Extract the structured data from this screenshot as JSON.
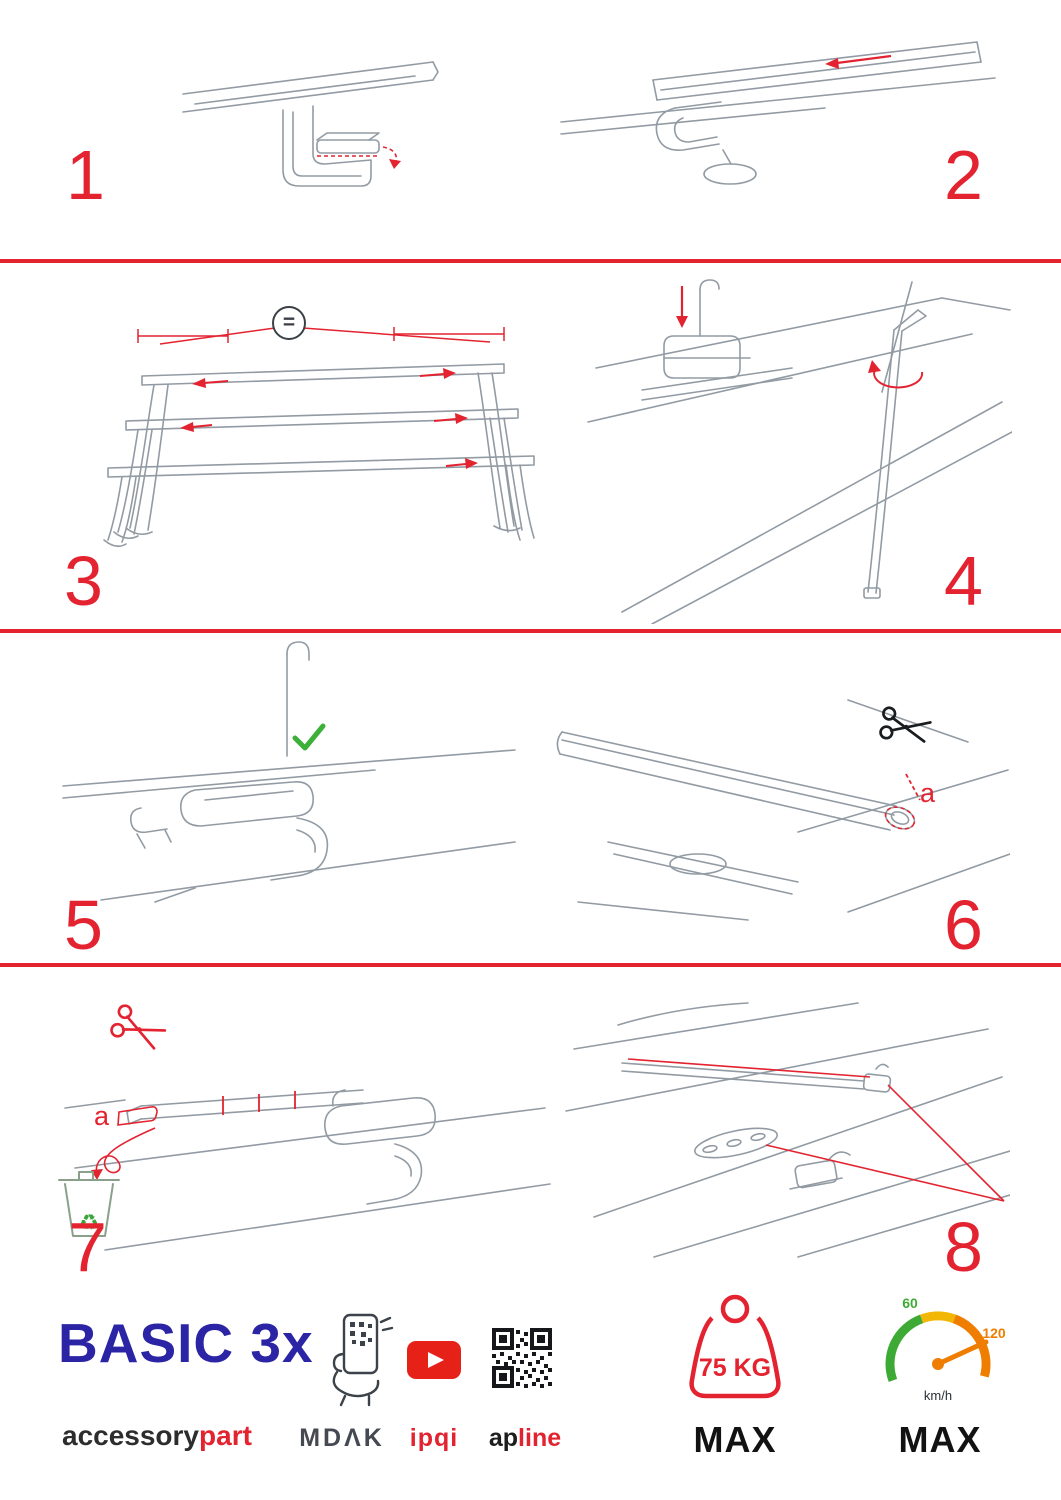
{
  "page": {
    "type": "installation-instruction-sheet",
    "accent_red": "#e32330",
    "brand_blue": "#2b24a5",
    "check_green": "#3db039",
    "gauge_green": "#3daa35",
    "gauge_yellow": "#f2b705",
    "gauge_orange": "#ef7d00",
    "youtube_red": "#e62117"
  },
  "steps": [
    {
      "number": "1"
    },
    {
      "number": "2"
    },
    {
      "number": "3",
      "equals_label": "="
    },
    {
      "number": "4"
    },
    {
      "number": "5"
    },
    {
      "number": "6",
      "annotation": "a"
    },
    {
      "number": "7",
      "annotation": "a"
    },
    {
      "number": "8"
    }
  ],
  "icons": {
    "recycle": "♻"
  },
  "footer": {
    "product_name": "BASIC 3x",
    "brand_first": "accessory",
    "brand_second": "part",
    "mdak_label": "MDΛK",
    "ipqi_label": "ipqi",
    "apline_first": "ap",
    "apline_second": "line",
    "weight_value": "75 KG",
    "weight_max": "MAX",
    "speed_min": "60",
    "speed_max": "120",
    "speed_unit": "km/h",
    "speed_max_label": "MAX"
  }
}
